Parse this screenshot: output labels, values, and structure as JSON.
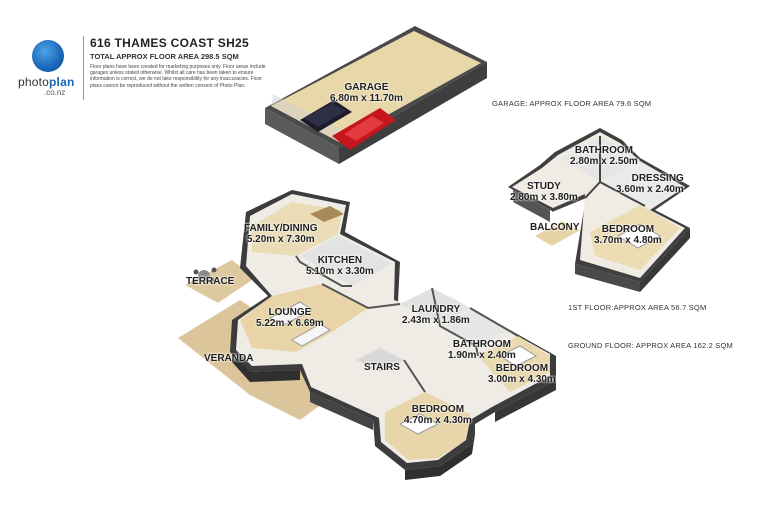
{
  "brand": {
    "name_part1": "photo",
    "name_part2": "plan",
    "domain": ".co.nz"
  },
  "header": {
    "title": "616 THAMES COAST SH25",
    "subtitle": "TOTAL APPROX FLOOR AREA 298.5 SQM",
    "disclaimer": "Floor plans have been created for marketing purposes only. Floor areas include garages unless stated otherwise. Whilst all care has been taken to ensure information is correct, we do not take responsibility for any inaccuracies. Floor plans cannot be reproduced without the written consent of Photo Plan."
  },
  "areas": {
    "garage": "GARAGE: APPROX FLOOR AREA 79.6 SQM",
    "first_floor": "1ST FLOOR:APPROX AREA 56.7 SQM",
    "ground_floor": "GROUND FLOOR: APPROX AREA 162.2 SQM"
  },
  "rooms": {
    "garage": {
      "name": "GARAGE",
      "dims": "6.80m x 11.70m"
    },
    "bathroom_up": {
      "name": "BATHROOM",
      "dims": "2.80m x 2.50m"
    },
    "dressing": {
      "name": "DRESSING",
      "dims": "3.60m x 2.40m"
    },
    "study": {
      "name": "STUDY",
      "dims": "2.80m x 3.80m"
    },
    "balcony": {
      "name": "BALCONY"
    },
    "bedroom_up": {
      "name": "BEDROOM",
      "dims": "3.70m x 4.80m"
    },
    "family": {
      "name": "FAMILY/DINING",
      "dims": "5.20m x 7.30m"
    },
    "kitchen": {
      "name": "KITCHEN",
      "dims": "5.10m x 3.30m"
    },
    "terrace": {
      "name": "TERRACE"
    },
    "lounge": {
      "name": "LOUNGE",
      "dims": "5.22m x 6.69m"
    },
    "laundry": {
      "name": "LAUNDRY",
      "dims": "2.43m x 1.86m"
    },
    "bathroom_down": {
      "name": "BATHROOM",
      "dims": "1.90m x 2.40m"
    },
    "veranda": {
      "name": "VERANDA"
    },
    "stairs": {
      "name": "STAIRS"
    },
    "bedroom_2": {
      "name": "BEDROOM",
      "dims": "3.00m x 4.30m"
    },
    "bedroom_1": {
      "name": "BEDROOM",
      "dims": "4.70m x 4.30m"
    }
  }
}
